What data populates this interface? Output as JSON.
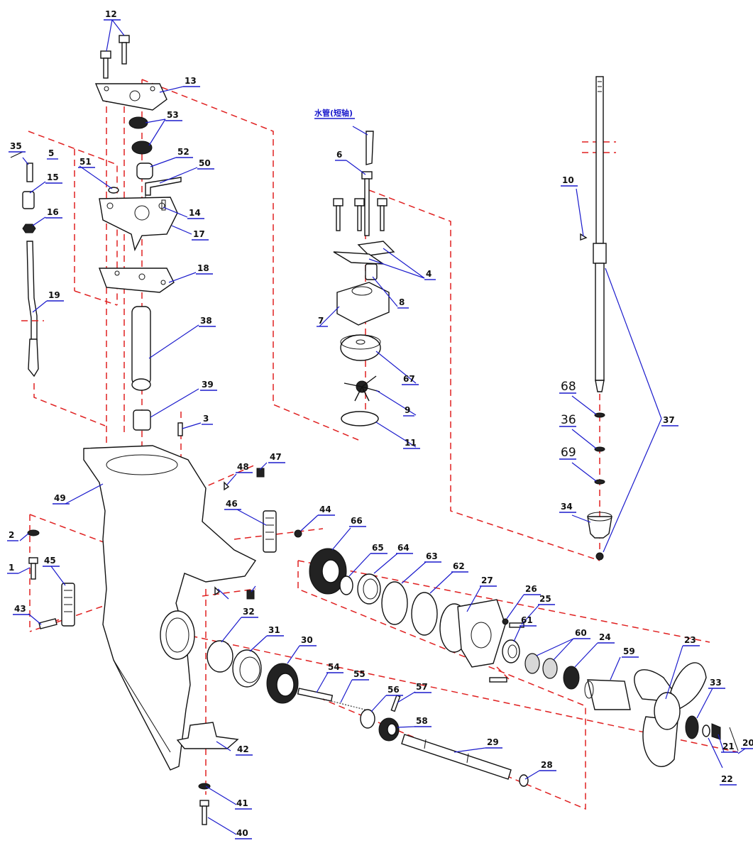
{
  "title": "",
  "annotation_water_tube": "水管(短轴)",
  "parts": [
    {
      "no": "1"
    },
    {
      "no": "2"
    },
    {
      "no": "3"
    },
    {
      "no": "4"
    },
    {
      "no": "5"
    },
    {
      "no": "6"
    },
    {
      "no": "7"
    },
    {
      "no": "8"
    },
    {
      "no": "9"
    },
    {
      "no": "10"
    },
    {
      "no": "11"
    },
    {
      "no": "12"
    },
    {
      "no": "13"
    },
    {
      "no": "14"
    },
    {
      "no": "15"
    },
    {
      "no": "16"
    },
    {
      "no": "17"
    },
    {
      "no": "18"
    },
    {
      "no": "19"
    },
    {
      "no": "20"
    },
    {
      "no": "21"
    },
    {
      "no": "22"
    },
    {
      "no": "23"
    },
    {
      "no": "24"
    },
    {
      "no": "25"
    },
    {
      "no": "26"
    },
    {
      "no": "27"
    },
    {
      "no": "28"
    },
    {
      "no": "29"
    },
    {
      "no": "30"
    },
    {
      "no": "31"
    },
    {
      "no": "32"
    },
    {
      "no": "33"
    },
    {
      "no": "34"
    },
    {
      "no": "35"
    },
    {
      "no": "36"
    },
    {
      "no": "37"
    },
    {
      "no": "38"
    },
    {
      "no": "39"
    },
    {
      "no": "40"
    },
    {
      "no": "41"
    },
    {
      "no": "42"
    },
    {
      "no": "43"
    },
    {
      "no": "44"
    },
    {
      "no": "45"
    },
    {
      "no": "46"
    },
    {
      "no": "47"
    },
    {
      "no": "48"
    },
    {
      "no": "49"
    },
    {
      "no": "50"
    },
    {
      "no": "51"
    },
    {
      "no": "52"
    },
    {
      "no": "53"
    },
    {
      "no": "54"
    },
    {
      "no": "55"
    },
    {
      "no": "56"
    },
    {
      "no": "57"
    },
    {
      "no": "58"
    },
    {
      "no": "59"
    },
    {
      "no": "60"
    },
    {
      "no": "61"
    },
    {
      "no": "62"
    },
    {
      "no": "63"
    },
    {
      "no": "64"
    },
    {
      "no": "65"
    },
    {
      "no": "66"
    },
    {
      "no": "67"
    },
    {
      "no": "68"
    },
    {
      "no": "69"
    }
  ],
  "colors": {
    "callout": "#1a1acc",
    "assembly_line": "#e02020",
    "outline": "#111111"
  }
}
